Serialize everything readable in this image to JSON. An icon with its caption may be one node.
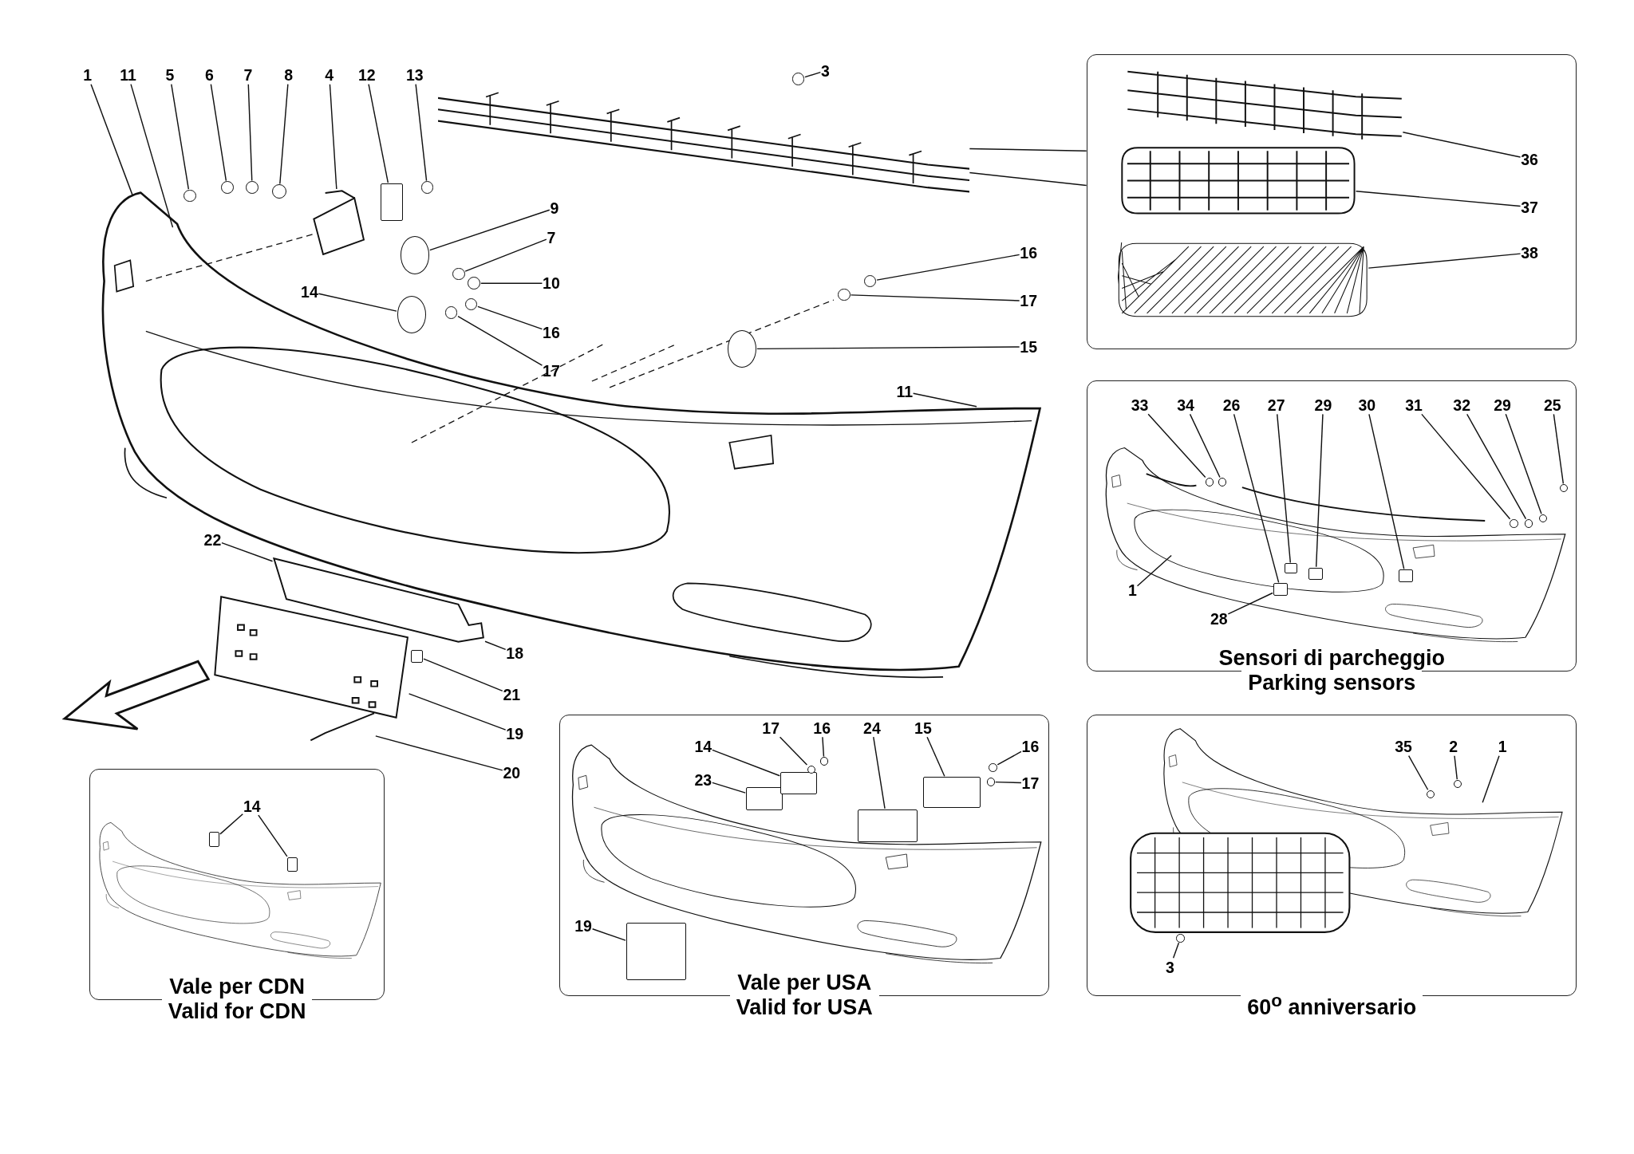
{
  "diagram": {
    "nodes": [
      {
        "text": [
          "1"
        ]
      },
      {
        "text": [
          "11"
        ]
      },
      {
        "text": [
          "5"
        ]
      },
      {
        "text": [
          "6"
        ]
      },
      {
        "text": [
          "7"
        ]
      },
      {
        "text": [
          "8"
        ]
      },
      {
        "text": [
          "4"
        ]
      },
      {
        "text": [
          "12"
        ]
      },
      {
        "text": [
          "13"
        ]
      },
      {
        "text": [
          "3"
        ]
      },
      {
        "text": [
          "9"
        ]
      },
      {
        "text": [
          "16"
        ]
      },
      {
        "text": [
          "7"
        ]
      },
      {
        "text": [
          "10"
        ]
      },
      {
        "text": [
          "14"
        ]
      },
      {
        "text": [
          "17"
        ]
      },
      {
        "text": [
          "16"
        ]
      },
      {
        "text": [
          "15"
        ]
      },
      {
        "text": [
          "17"
        ]
      },
      {
        "text": [
          "11"
        ]
      },
      {
        "text": [
          "22"
        ]
      },
      {
        "text": [
          "18"
        ]
      },
      {
        "text": [
          "21"
        ]
      },
      {
        "text": [
          "19"
        ]
      },
      {
        "text": [
          "20"
        ]
      },
      {
        "text": [],
        "shape": "picture"
      },
      {
        "text": [],
        "shape": "box"
      },
      {
        "text": [
          "36"
        ],
        "in": 26
      },
      {
        "text": [
          "37"
        ],
        "in": 26
      },
      {
        "text": [
          "38"
        ],
        "in": 26
      },
      {
        "text": [
          "Sensori di parcheggio",
          "Parking sensors"
        ]
      },
      {
        "text": [
          "33"
        ],
        "in": 30
      },
      {
        "text": [
          "34"
        ],
        "in": 30
      },
      {
        "text": [
          "26"
        ],
        "in": 30
      },
      {
        "text": [
          "27"
        ],
        "in": 30
      },
      {
        "text": [
          "29"
        ],
        "in": 30
      },
      {
        "text": [
          "30"
        ],
        "in": 30
      },
      {
        "text": [
          "31"
        ],
        "in": 30
      },
      {
        "text": [
          "32"
        ],
        "in": 30
      },
      {
        "text": [
          "29"
        ],
        "in": 30
      },
      {
        "text": [
          "25"
        ],
        "in": 30
      },
      {
        "text": [
          "1"
        ],
        "in": 30
      },
      {
        "text": [
          "28"
        ],
        "in": 30
      },
      {
        "text": [
          "Vale per CDN",
          "Valid for CDN"
        ]
      },
      {
        "text": [
          "14"
        ],
        "in": 43
      },
      {
        "text": [
          "Vale per USA",
          "Valid for USA"
        ]
      },
      {
        "text": [
          "17"
        ],
        "in": 45
      },
      {
        "text": [
          "16"
        ],
        "in": 45
      },
      {
        "text": [
          "24"
        ],
        "in": 45
      },
      {
        "text": [
          "15"
        ],
        "in": 45
      },
      {
        "text": [
          "14"
        ],
        "in": 45
      },
      {
        "text": [
          "16"
        ],
        "in": 45
      },
      {
        "text": [
          "23"
        ],
        "in": 45
      },
      {
        "text": [
          "17"
        ],
        "in": 45
      },
      {
        "text": [
          "19"
        ],
        "in": 45
      },
      {
        "text": [
          "60$^{o}$ anniversario"
        ]
      },
      {
        "text": [
          "35"
        ],
        "in": 55
      },
      {
        "text": [
          "2"
        ],
        "in": 55
      },
      {
        "text": [
          "1"
        ],
        "in": 55
      },
      {
        "text": [
          "3"
        ],
        "in": 55
      },
      {
        "text": [],
        "shape": "circle"
      },
      {
        "text": [],
        "shape": "circle"
      },
      {
        "text": [],
        "shape": "circle"
      },
      {
        "text": [],
        "shape": "circle"
      },
      {
        "text": [],
        "shape": "picture"
      },
      {
        "text": [],
        "shape": "box"
      },
      {
        "text": [],
        "shape": "circle"
      },
      {
        "text": [],
        "shape": "circle"
      },
      {
        "text": [],
        "shape": "circle"
      },
      {
        "text": [],
        "shape": "circle"
      },
      {
        "text": [],
        "shape": "circle"
      },
      {
        "text": [],
        "shape": "circle"
      },
      {
        "text": [],
        "shape": "circle"
      },
      {
        "text": [],
        "shape": "circle"
      },
      {
        "text": [],
        "shape": "circle"
      },
      {
        "text": [],
        "shape": "circle"
      },
      {
        "text": [],
        "shape": "circle"
      },
      {
        "text": [],
        "shape": "picture"
      },
      {
        "text": [],
        "shape": "box"
      },
      {
        "text": [],
        "shape": "picture"
      },
      {
        "text": [],
        "shape": "picture"
      },
      {
        "text": [],
        "shape": "box",
        "in": 30
      },
      {
        "text": [],
        "shape": "box",
        "in": 30
      },
      {
        "text": [],
        "shape": "box",
        "in": 30
      },
      {
        "text": [],
        "shape": "circle",
        "in": 30
      },
      {
        "text": [],
        "shape": "circle",
        "in": 30
      },
      {
        "text": [],
        "shape": "circle",
        "in": 30
      },
      {
        "text": [],
        "shape": "circle",
        "in": 30
      },
      {
        "text": [],
        "shape": "box",
        "in": 45
      },
      {
        "text": [],
        "shape": "box",
        "in": 45
      },
      {
        "text": [],
        "shape": "box",
        "in": 45
      },
      {
        "text": [],
        "shape": "box",
        "in": 45
      },
      {
        "text": [],
        "shape": "circle",
        "in": 45
      },
      {
        "text": [],
        "shape": "circle",
        "in": 45
      },
      {
        "text": [],
        "shape": "circle",
        "in": 45
      },
      {
        "text": [],
        "shape": "circle",
        "in": 45
      },
      {
        "text": [],
        "shape": "box",
        "in": 45
      },
      {
        "text": [],
        "shape": "circle",
        "in": 55
      },
      {
        "text": [],
        "shape": "circle",
        "in": 55
      },
      {
        "text": [],
        "shape": "circle",
        "in": 55
      },
      {
        "text": [],
        "shape": "box",
        "in": 43
      },
      {
        "text": [],
        "shape": "box",
        "in": 43
      },
      {
        "text": [],
        "shape": "box",
        "in": 30
      },
      {
        "text": [],
        "shape": "circle",
        "in": 30
      },
      {
        "text": [],
        "shape": "circle",
        "in": 30
      },
      {
        "text": [],
        "shape": "picture",
        "in": 26
      },
      {
        "text": [],
        "shape": "picture",
        "in": 26
      },
      {
        "text": [],
        "shape": "picture",
        "in": 26
      }
    ],
    "edges": [
      {
        "from": 0,
        "to": null,
        "arrow": "none"
      },
      {
        "from": 1,
        "to": null,
        "arrow": "none"
      },
      {
        "from": 2,
        "to": 60,
        "arrow": "none"
      },
      {
        "from": 3,
        "to": 61,
        "arrow": "none"
      },
      {
        "from": 4,
        "to": 62,
        "arrow": "none"
      },
      {
        "from": 5,
        "to": 63,
        "arrow": "none"
      },
      {
        "from": 6,
        "to": 64,
        "arrow": "none"
      },
      {
        "from": 7,
        "to": 65,
        "arrow": "none"
      },
      {
        "from": 8,
        "to": 66,
        "arrow": "none"
      },
      {
        "from": 9,
        "to": 67,
        "arrow": "none"
      },
      {
        "from": 10,
        "to": 68,
        "arrow": "none"
      },
      {
        "from": 11,
        "to": 69,
        "arrow": "none"
      },
      {
        "from": 12,
        "to": 70,
        "arrow": "none"
      },
      {
        "from": 13,
        "to": 71,
        "arrow": "none"
      },
      {
        "from": 14,
        "to": 72,
        "arrow": "none"
      },
      {
        "from": 15,
        "to": 73,
        "arrow": "none"
      },
      {
        "from": 16,
        "to": 74,
        "arrow": "none"
      },
      {
        "from": 18,
        "to": 75,
        "arrow": "none"
      },
      {
        "from": 17,
        "to": 76,
        "arrow": "none"
      },
      {
        "from": 19,
        "to": null,
        "arrow": "none"
      },
      {
        "from": 20,
        "to": 77,
        "arrow": "none"
      },
      {
        "from": 21,
        "to": 77,
        "arrow": "none"
      },
      {
        "from": 22,
        "to": 78,
        "arrow": "none"
      },
      {
        "from": 23,
        "to": 79,
        "arrow": "none"
      },
      {
        "from": 24,
        "to": 80,
        "arrow": "none"
      },
      {
        "from": 26,
        "to": 25,
        "arrow": "none"
      },
      {
        "from": 26,
        "to": 25,
        "arrow": "none"
      },
      {
        "from": 27,
        "to": 105,
        "arrow": "none"
      },
      {
        "from": 28,
        "to": 106,
        "arrow": "none"
      },
      {
        "from": 29,
        "to": 107,
        "arrow": "none"
      },
      {
        "from": 31,
        "to": 103,
        "arrow": "none"
      },
      {
        "from": 32,
        "to": 104,
        "arrow": "none"
      },
      {
        "from": 33,
        "to": 81,
        "arrow": "none"
      },
      {
        "from": 34,
        "to": 102,
        "arrow": "none"
      },
      {
        "from": 35,
        "to": 82,
        "arrow": "none"
      },
      {
        "from": 36,
        "to": 83,
        "arrow": "none"
      },
      {
        "from": 37,
        "to": 84,
        "arrow": "none"
      },
      {
        "from": 38,
        "to": 85,
        "arrow": "none"
      },
      {
        "from": 39,
        "to": 86,
        "arrow": "none"
      },
      {
        "from": 40,
        "to": 87,
        "arrow": "none"
      },
      {
        "from": 41,
        "to": null,
        "arrow": "none"
      },
      {
        "from": 42,
        "to": 81,
        "arrow": "none"
      },
      {
        "from": 44,
        "to": 100,
        "arrow": "none"
      },
      {
        "from": 44,
        "to": 101,
        "arrow": "none"
      },
      {
        "from": 46,
        "to": 92,
        "arrow": "none"
      },
      {
        "from": 47,
        "to": 93,
        "arrow": "none"
      },
      {
        "from": 48,
        "to": 90,
        "arrow": "none"
      },
      {
        "from": 49,
        "to": 91,
        "arrow": "none"
      },
      {
        "from": 50,
        "to": 89,
        "arrow": "none"
      },
      {
        "from": 51,
        "to": 94,
        "arrow": "none"
      },
      {
        "from": 52,
        "to": 88,
        "arrow": "none"
      },
      {
        "from": 53,
        "to": 95,
        "arrow": "none"
      },
      {
        "from": 54,
        "to": 96,
        "arrow": "none"
      },
      {
        "from": 56,
        "to": 97,
        "arrow": "none"
      },
      {
        "from": 57,
        "to": 98,
        "arrow": "none"
      },
      {
        "from": 58,
        "to": null,
        "arrow": "none"
      },
      {
        "from": 59,
        "to": 99,
        "arrow": "none"
      }
    ]
  }
}
